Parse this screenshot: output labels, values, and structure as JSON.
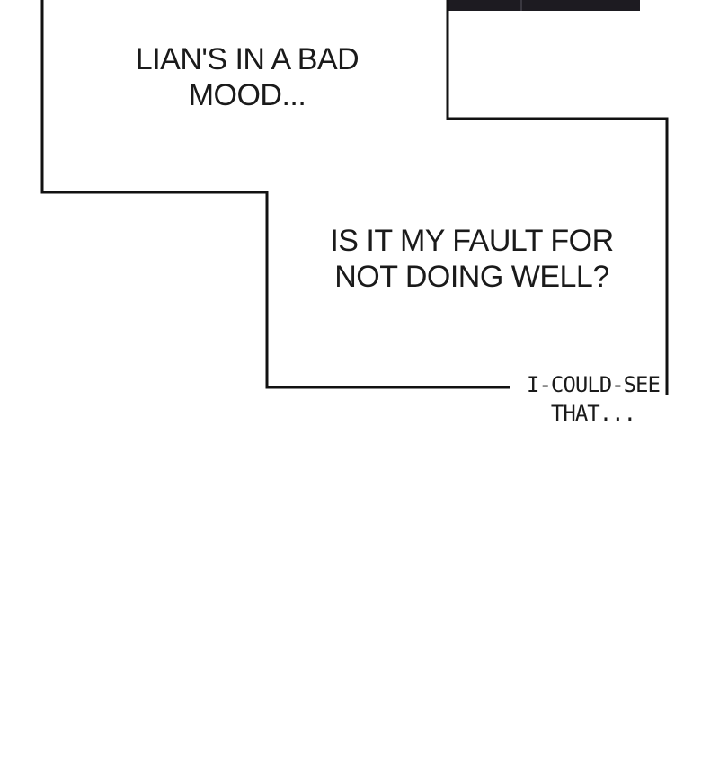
{
  "panel": {
    "caption_1": {
      "line_1": "LIAN'S IN A BAD",
      "line_2": "MOOD..."
    },
    "caption_2": {
      "line_1": "IS IT MY FAULT FOR",
      "line_2": "NOT DOING WELL?"
    },
    "caption_3": {
      "line_1": "I-COULD-SEE",
      "line_2": "THAT..."
    }
  },
  "colors": {
    "background": "#ffffff",
    "ink": "#111111",
    "dark_panel": "#1d1b21"
  }
}
